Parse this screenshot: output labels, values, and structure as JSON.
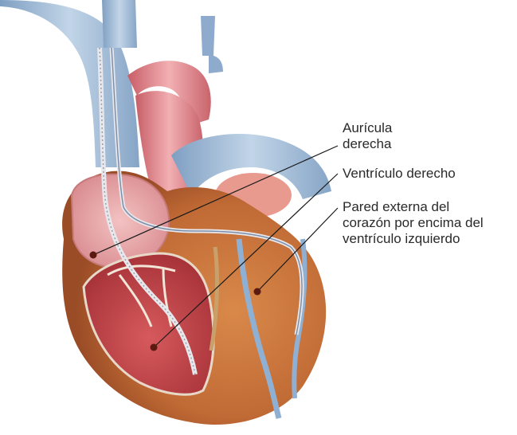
{
  "labels": {
    "right_atrium": [
      "Aurícula",
      "derecha"
    ],
    "right_ventricle": [
      "Ventrículo derecho"
    ],
    "outer_wall": [
      "Pared externa del",
      "corazón por encima del",
      "ventrículo izquierdo"
    ]
  },
  "colors": {
    "vein_blue": "#9cb8d6",
    "aorta_red": "#d9838a",
    "myocardium_orange": "#c9763d",
    "chamber_pink": "#e9a6a8",
    "leader_line": "#1a1a1a",
    "marker_dot": "#5a1a10"
  }
}
